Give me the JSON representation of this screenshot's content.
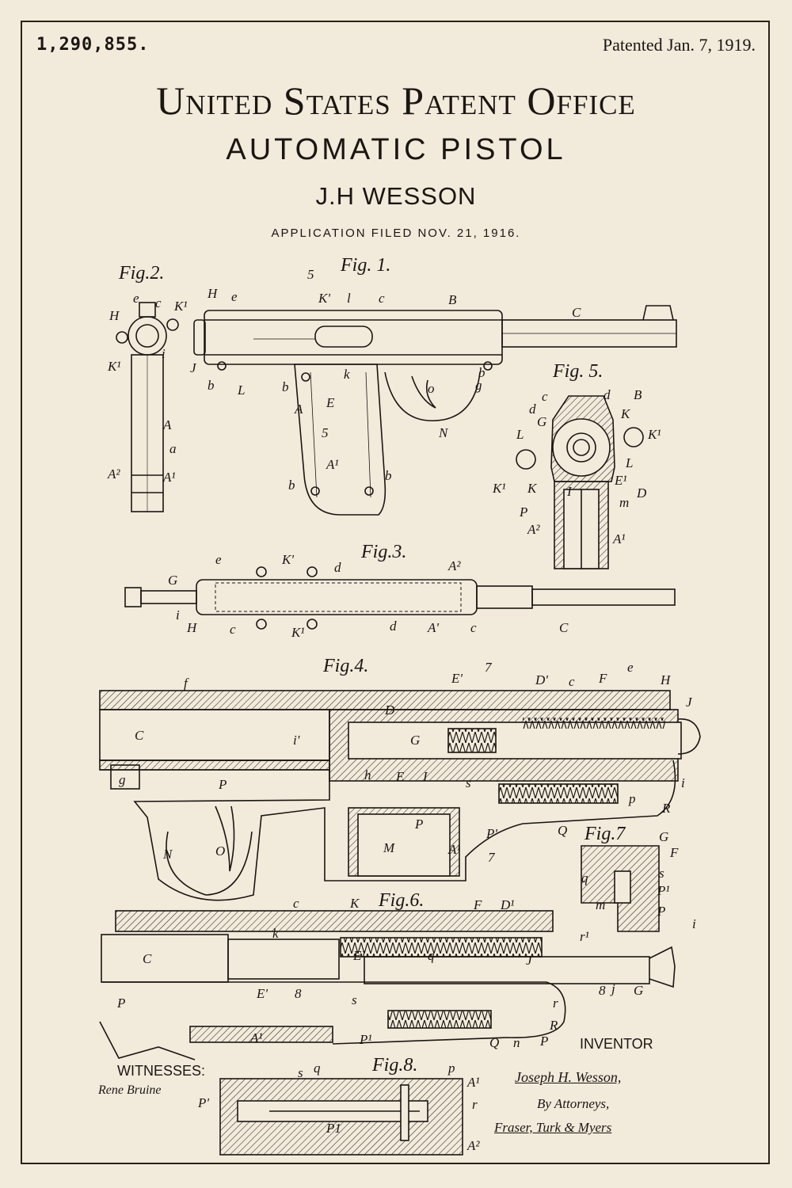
{
  "header": {
    "patent_number": "1,290,855.",
    "patented_date": "Patented Jan. 7, 1919.",
    "office": "United States Patent Office",
    "title": "AUTOMATIC PISTOL",
    "inventor": "J.H WESSON",
    "application": "APPLICATION FILED NOV. 21, 1916."
  },
  "figures": {
    "fig1": "Fig. 1.",
    "fig2": "Fig.2.",
    "fig3": "Fig.3.",
    "fig4": "Fig.4.",
    "fig5": "Fig. 5.",
    "fig6": "Fig.6.",
    "fig7": "Fig.7",
    "fig8": "Fig.8."
  },
  "footer": {
    "witnesses_label": "WITNESSES:",
    "witness_signature": "Rene Bruine",
    "inventor_label": "INVENTOR",
    "inventor_signature": "Joseph H. Wesson,",
    "by_attorneys": "By Attorneys,",
    "attorneys_signature": "Fraser, Turk & Myers"
  },
  "colors": {
    "paper": "#f2eadb",
    "ink": "#1c1612"
  }
}
